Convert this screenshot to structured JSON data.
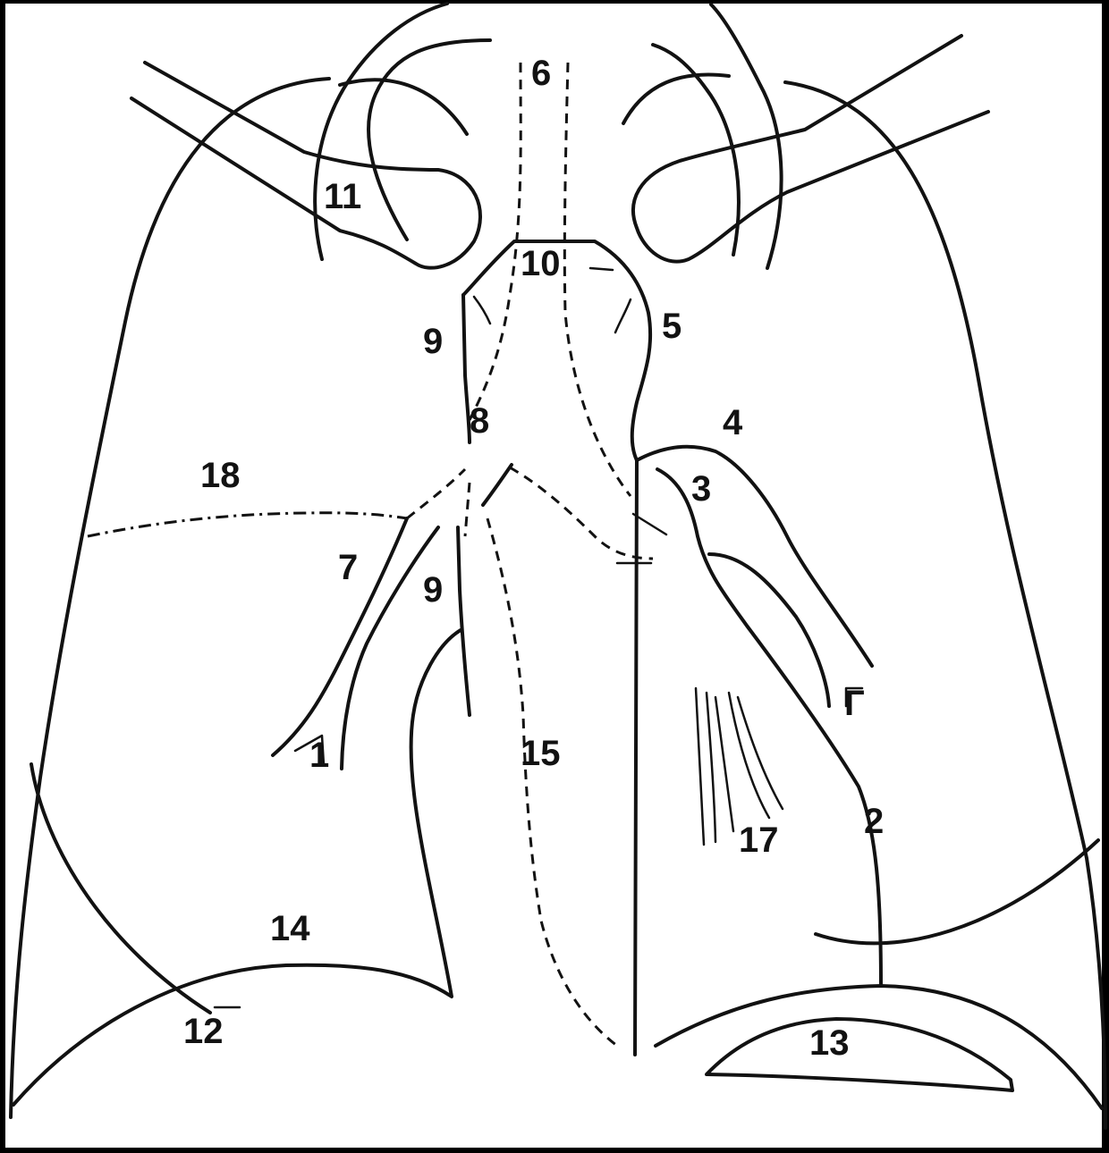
{
  "diagram": {
    "labels": {
      "l1": "1",
      "l2": "2",
      "l3": "3",
      "l4": "4",
      "l5": "5",
      "l6": "6",
      "l7": "7",
      "l8": "8",
      "l9a": "9",
      "l9b": "9",
      "l10": "10",
      "l11": "11",
      "l12": "12",
      "l13": "13",
      "l14": "14",
      "l15": "15",
      "l17": "17",
      "l18": "18",
      "lG": "Г"
    }
  },
  "colors": {
    "line": "#121212",
    "background": "#ffffff",
    "frame": "#000000"
  }
}
